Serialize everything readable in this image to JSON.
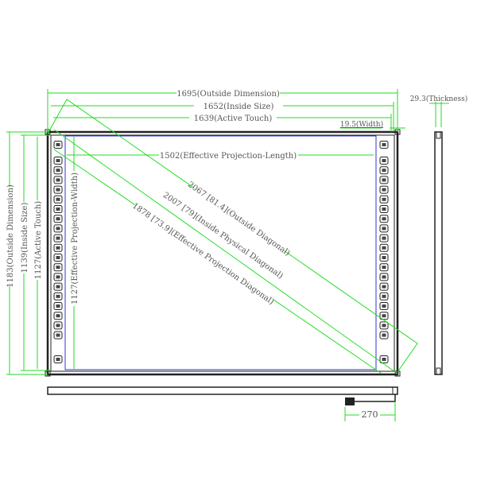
{
  "title": "Interactive whiteboard dimension drawing",
  "colors": {
    "dimension": "#22dd22",
    "frame": "#222222",
    "projection": "#3333cc",
    "text": "#555555"
  },
  "dimensions": {
    "outside_width": "1695(Outside Dimension)",
    "inside_width": "1652(Inside Size)",
    "active_width": "1639(Active Touch)",
    "frame_width": "19.5(Width)",
    "thickness": "29.3(Thickness)",
    "projection_length": "1502(Effective Projection-Length)",
    "outside_height": "1183(Outside Dimension)",
    "inside_height": "1139(Inside Size)",
    "active_height": "1127(Active Touch)",
    "projection_width": "1127(Effective Projection-Width)",
    "outside_diagonal": "2067 [81.4](Outside Diagonal)",
    "inside_diagonal": "2007 [79](Inside Physical Diagonal)",
    "projection_diagonal": "1878 [73.9](Effective Projection Diagonal)",
    "cable_length": "270"
  },
  "hotkey_count_per_side": 21
}
